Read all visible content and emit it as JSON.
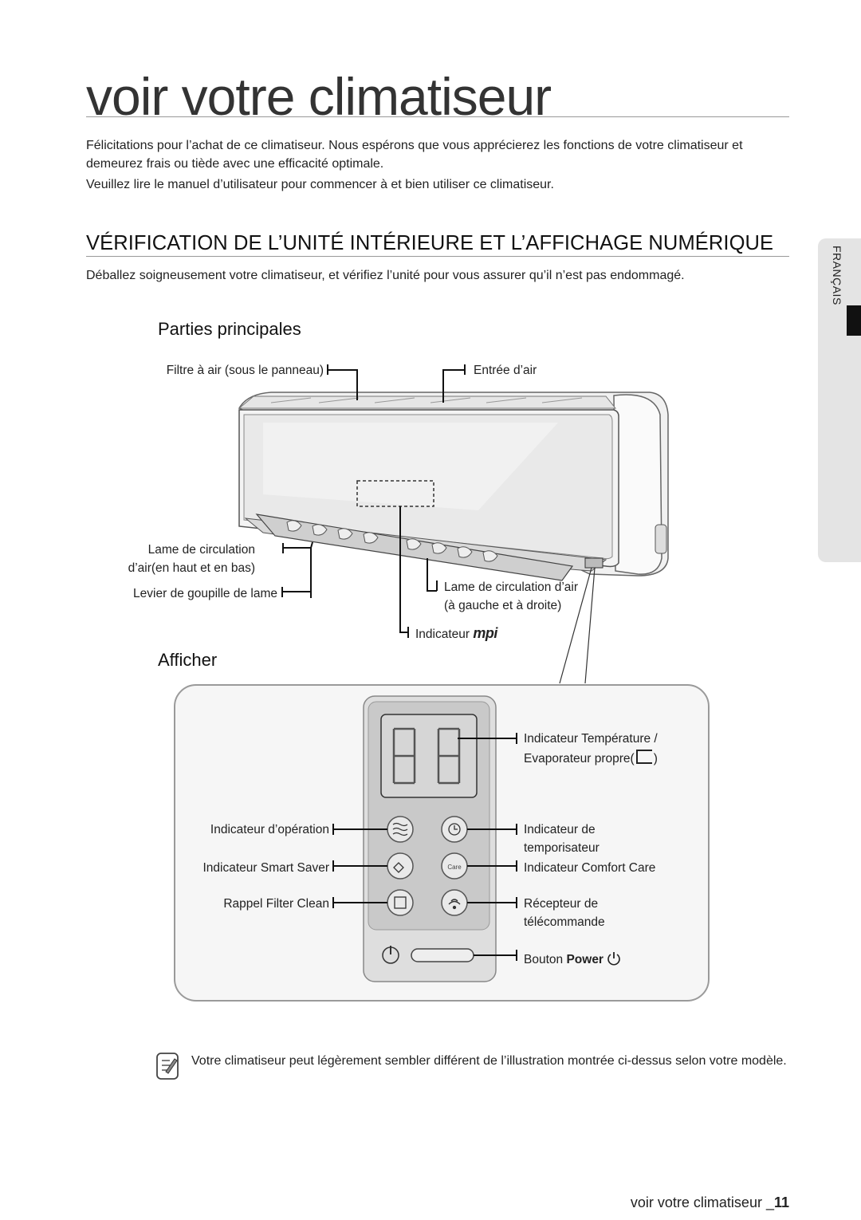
{
  "page": {
    "title": "voir votre climatiseur",
    "intro_1": "Félicitations pour l’achat de ce climatiseur. Nous espérons que vous apprécierez les fonctions de votre climatiseur et demeurez frais ou tiède avec une efficacité optimale.",
    "intro_2": "Veuillez lire le manuel d’utilisateur pour commencer à et bien utiliser ce climatiseur.",
    "section_heading": "VÉRIFICATION DE L’UNITÉ INTÉRIEURE ET L’AFFICHAGE NUMÉRIQUE",
    "section_intro": "Déballez soigneusement votre climatiseur, et vérifiez l’unité pour vous assurer qu’il n’est pas endommagé.",
    "side_tab": "FRANÇAIS"
  },
  "parts": {
    "heading": "Parties principales",
    "filter_label": "Filtre à air (sous le panneau)",
    "air_inlet_label": "Entrée d’air",
    "vertical_blade_label_1": "Lame de circulation",
    "vertical_blade_label_2": "d’air(en haut et en bas)",
    "blade_pin_lever_label": "Levier de goupille de lame",
    "horizontal_blade_label_1": "Lame de circulation d’air",
    "horizontal_blade_label_2": "(à gauche et à droite)",
    "mpi_indicator_label": "Indicateur",
    "mpi_logo": "mpi"
  },
  "display": {
    "heading": "Afficher",
    "temp_indicator_label_1": "Indicateur Température /",
    "temp_indicator_label_2": "Evaporateur propre(",
    "temp_indicator_label_3": ")",
    "operation_label": "Indicateur d’opération",
    "timer_label_1": "Indicateur de",
    "timer_label_2": "temporisateur",
    "smart_saver_label": "Indicateur Smart Saver",
    "comfort_care_label": "Indicateur Comfort Care",
    "filter_clean_label": "Rappel Filter Clean",
    "receiver_label_1": "Récepteur de",
    "receiver_label_2": "télécommande",
    "power_label": "Bouton",
    "power_label_bold": "Power",
    "digit_readout": "88",
    "comfort_icon_text": "Care"
  },
  "note": {
    "text": "Votre climatiseur peut légèrement sembler différent de l’illustration montrée ci-dessus selon votre modèle."
  },
  "footer": {
    "text": "voir votre climatiseur _",
    "page_number": "11"
  }
}
